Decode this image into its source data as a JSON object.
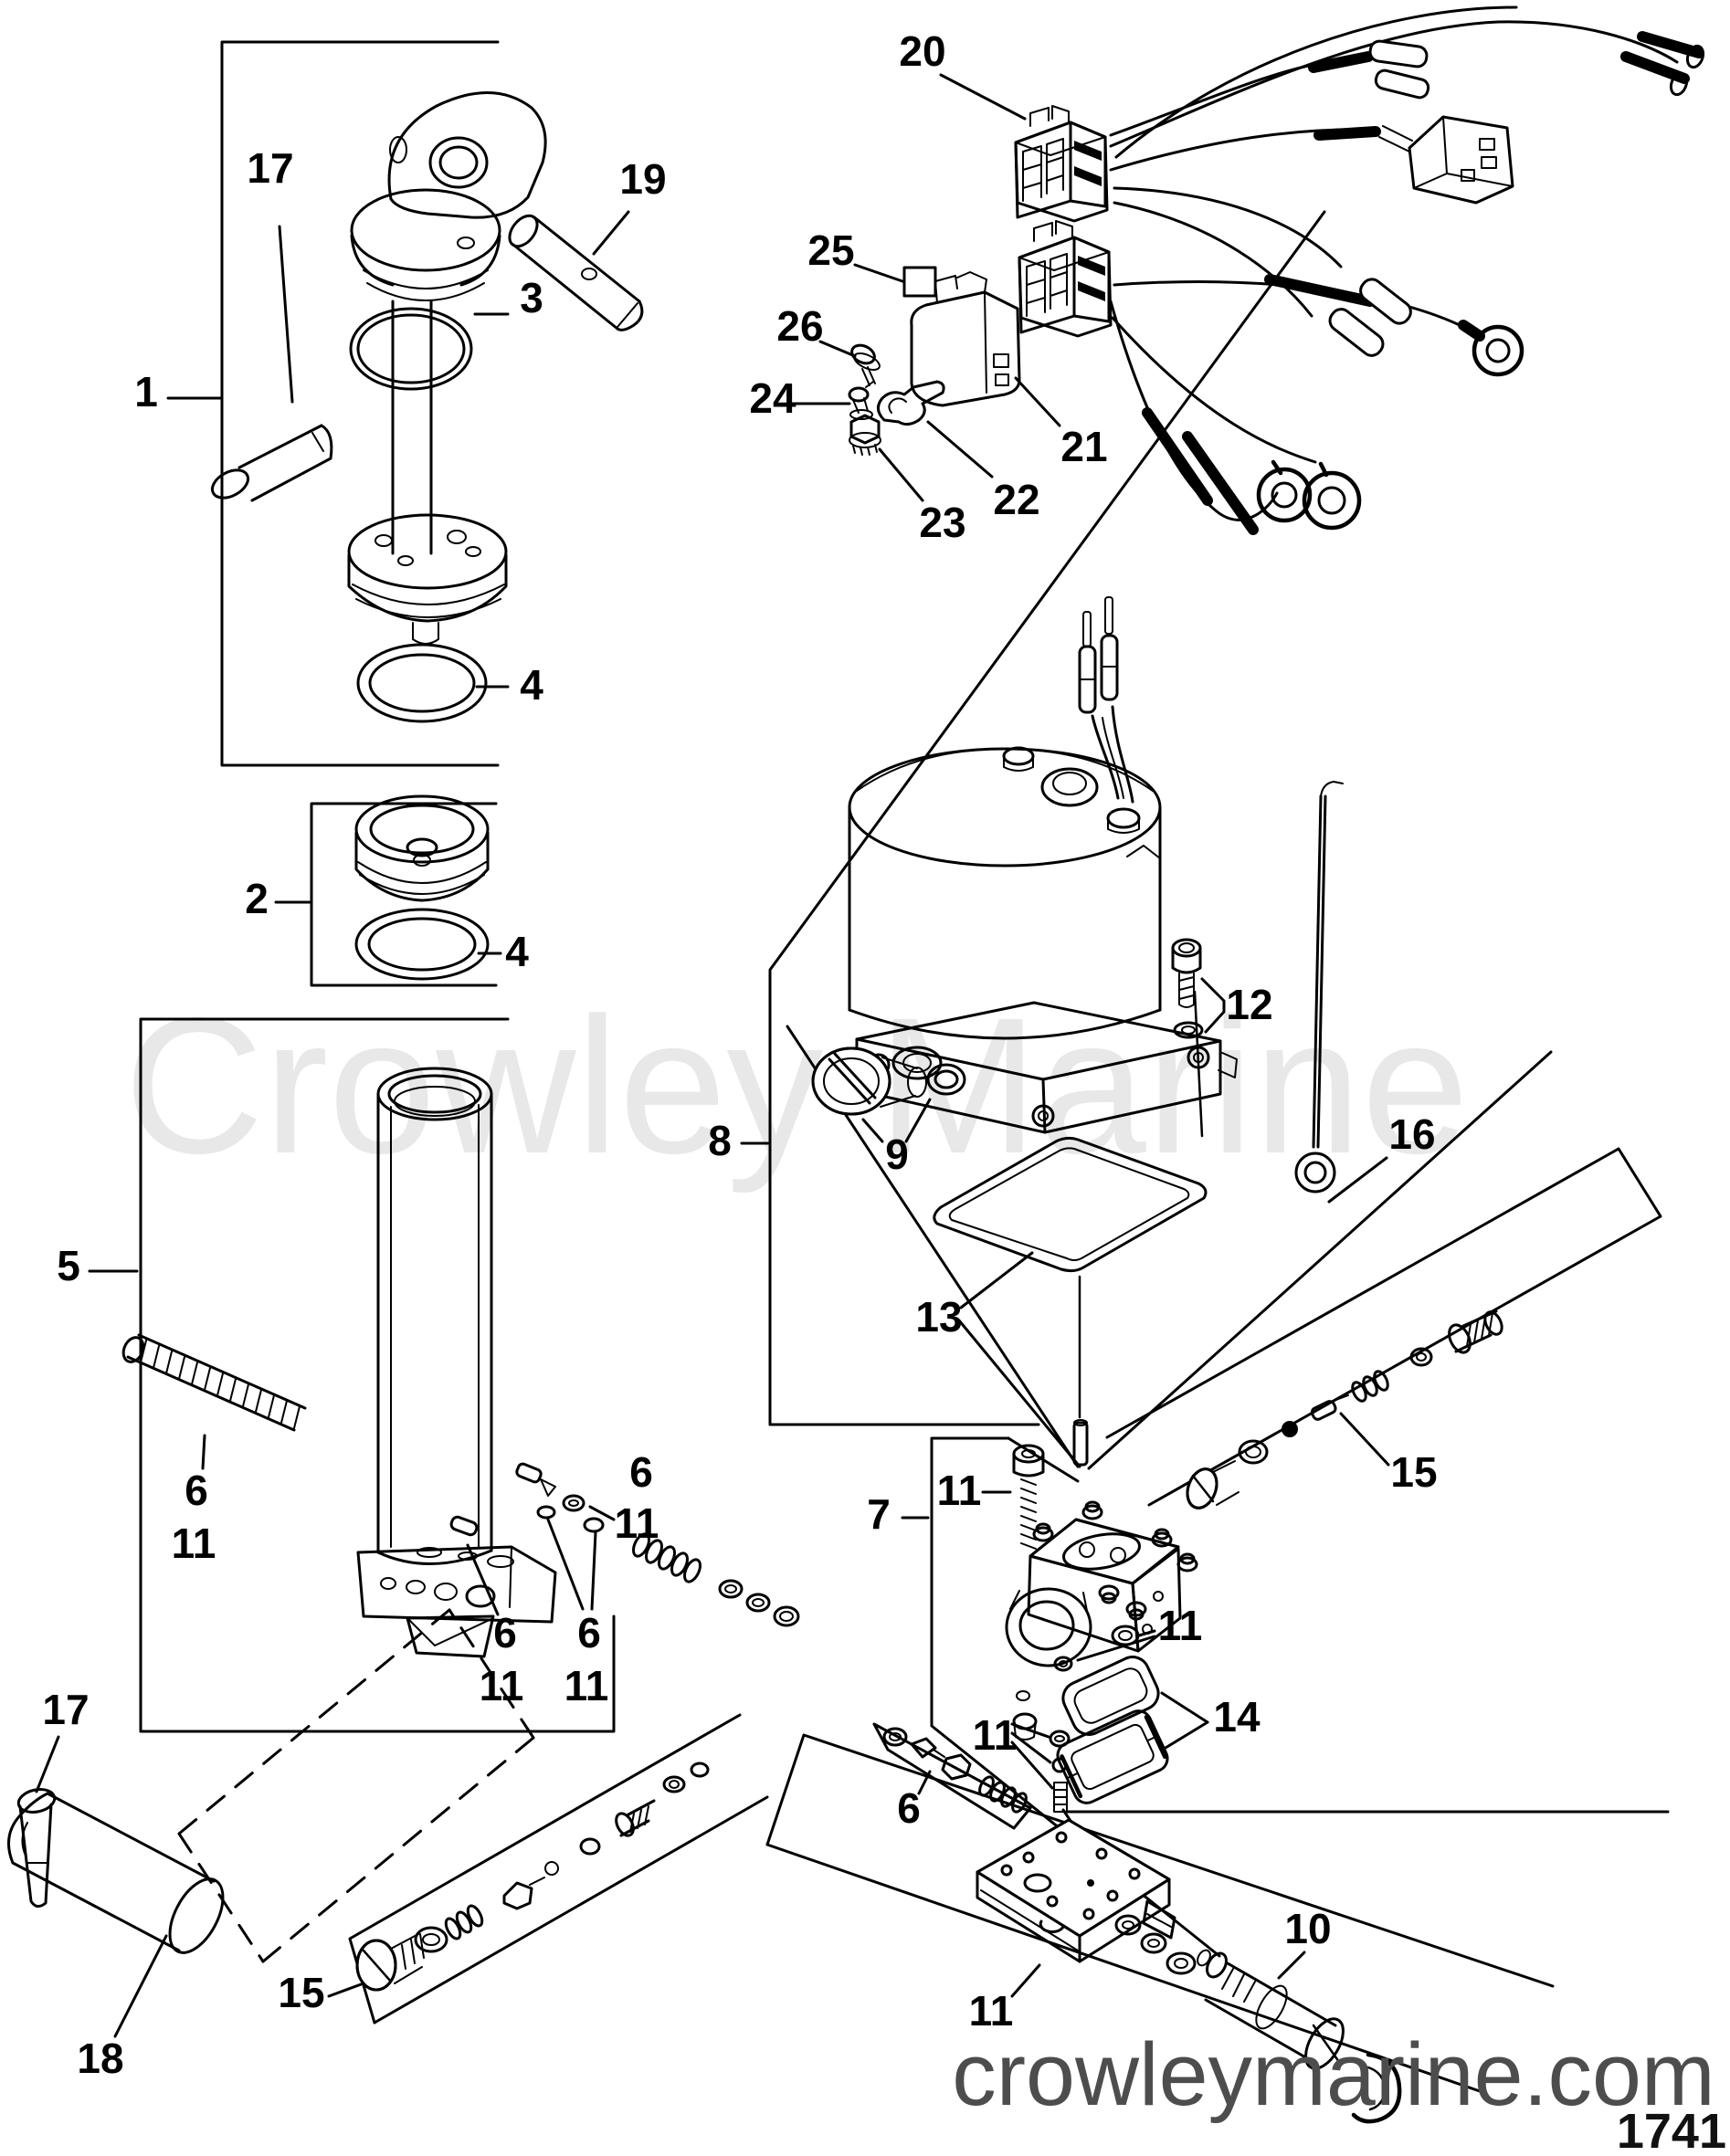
{
  "watermark": {
    "center_text": "Crowley Marine",
    "footer_text": "crowleymarine.com",
    "page_number": "1741"
  },
  "colors": {
    "line": "#000000",
    "watermark_light": "#e8e8e8",
    "watermark_dark": "#4d4d4d"
  },
  "callouts": [
    {
      "text": "1"
    },
    {
      "text": "17"
    },
    {
      "text": "3"
    },
    {
      "text": "19"
    },
    {
      "text": "4"
    },
    {
      "text": "2"
    },
    {
      "text": "4"
    },
    {
      "text": "5"
    },
    {
      "text": "6"
    },
    {
      "text": "11"
    },
    {
      "text": "6"
    },
    {
      "text": "11"
    },
    {
      "text": "6"
    },
    {
      "text": "11"
    },
    {
      "text": "6"
    },
    {
      "text": "11"
    },
    {
      "text": "20"
    },
    {
      "text": "25"
    },
    {
      "text": "26"
    },
    {
      "text": "24"
    },
    {
      "text": "21"
    },
    {
      "text": "22"
    },
    {
      "text": "23"
    },
    {
      "text": "8"
    },
    {
      "text": "9"
    },
    {
      "text": "12"
    },
    {
      "text": "16"
    },
    {
      "text": "13"
    },
    {
      "text": "7"
    },
    {
      "text": "11"
    },
    {
      "text": "15"
    },
    {
      "text": "11"
    },
    {
      "text": "14"
    },
    {
      "text": "11"
    },
    {
      "text": "6"
    },
    {
      "text": "17"
    },
    {
      "text": "18"
    },
    {
      "text": "15"
    },
    {
      "text": "11"
    },
    {
      "text": "10"
    }
  ]
}
